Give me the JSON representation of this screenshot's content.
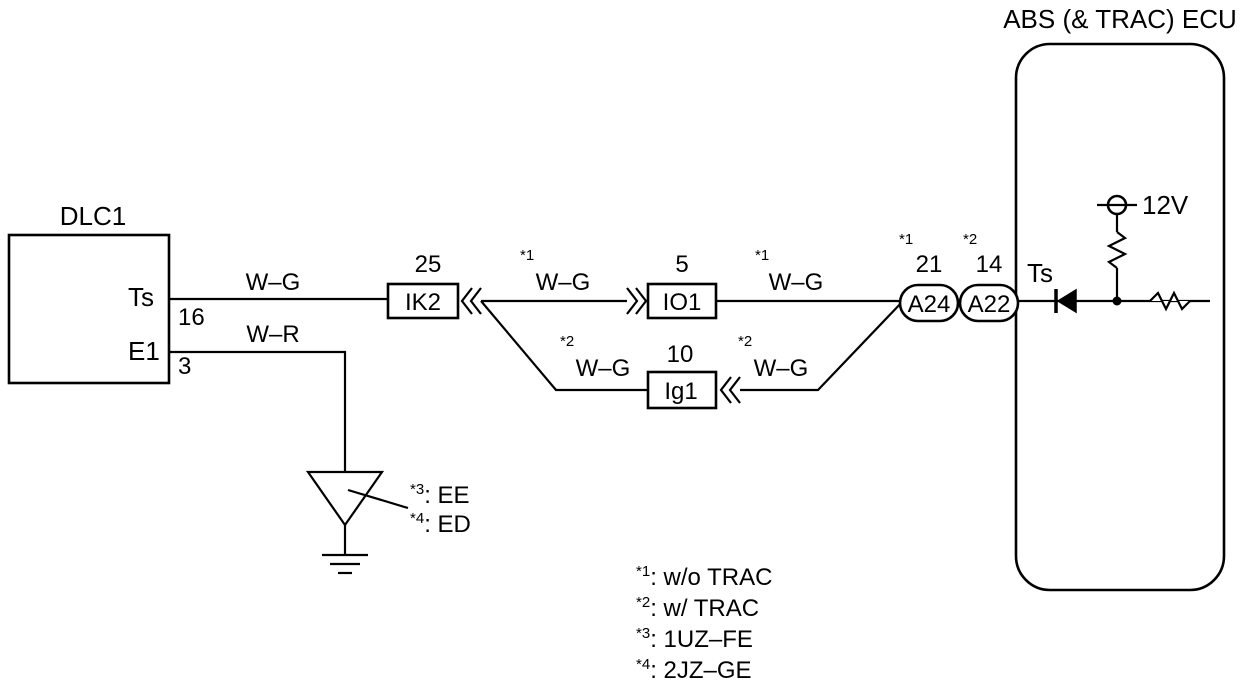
{
  "ecu": {
    "title": "ABS (& TRAC) ECU",
    "pin_label": "Ts",
    "supply_label": "12V"
  },
  "dlc": {
    "title": "DLC1",
    "pin_ts": "Ts",
    "pin_e1": "E1",
    "pin_ts_num": "16",
    "pin_e1_num": "3"
  },
  "wires": {
    "top_left": "W–G",
    "bottom_left": "W–R",
    "mid_upper_left": "W–G",
    "mid_upper_right": "W–G",
    "mid_lower_left": "W–G",
    "mid_lower_right": "W–G"
  },
  "connectors": {
    "ik2": {
      "name": "IK2",
      "pin": "25"
    },
    "io1": {
      "name": "IO1",
      "pin": "5"
    },
    "ig1": {
      "name": "Ig1",
      "pin": "10"
    },
    "a24": {
      "name": "A24",
      "pin": "21",
      "note": "*1"
    },
    "a22": {
      "name": "A22",
      "pin": "14",
      "note": "*2"
    }
  },
  "wire_notes": {
    "upper_left": "*1",
    "upper_right": "*1",
    "lower_left": "*2",
    "lower_right": "*2"
  },
  "ground": {
    "label_ee": ": EE",
    "note_ee": "*3",
    "label_ed": ": ED",
    "note_ed": "*4"
  },
  "legend": [
    {
      "mark": "*1",
      "text": ": w/o TRAC"
    },
    {
      "mark": "*2",
      "text": ": w/   TRAC"
    },
    {
      "mark": "*3",
      "text": ": 1UZ–FE"
    },
    {
      "mark": "*4",
      "text": ": 2JZ–GE"
    }
  ]
}
